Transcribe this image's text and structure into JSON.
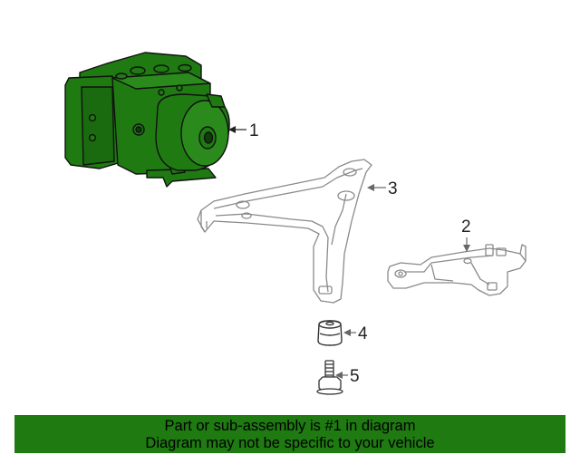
{
  "diagram": {
    "callouts": [
      {
        "id": "1",
        "label": "1",
        "part": "abs-modulator-unit"
      },
      {
        "id": "2",
        "label": "2",
        "part": "bracket"
      },
      {
        "id": "3",
        "label": "3",
        "part": "mounting-bracket"
      },
      {
        "id": "4",
        "label": "4",
        "part": "insulator"
      },
      {
        "id": "5",
        "label": "5",
        "part": "bolt"
      }
    ],
    "highlight_color": "#1f7a12",
    "line_color": "#8a8a8a"
  },
  "banner": {
    "line1": "Part or sub-assembly is #1 in diagram",
    "line2": "Diagram may not be specific to your vehicle"
  }
}
